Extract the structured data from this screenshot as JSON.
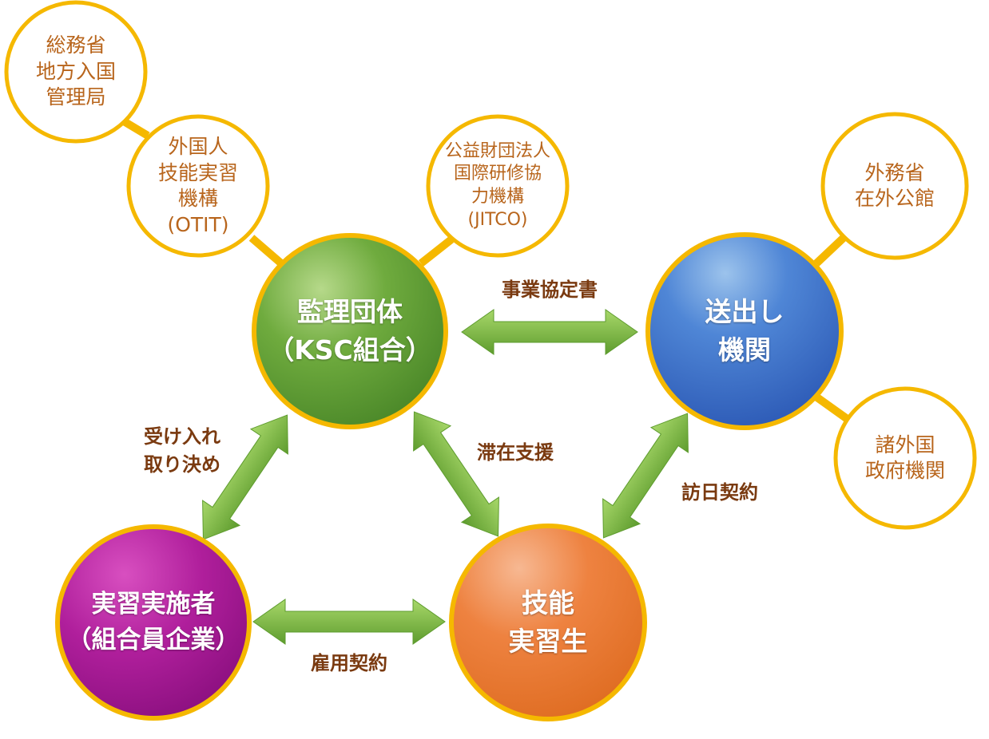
{
  "nodes": {
    "kanri": {
      "label": "監理団体\n（KSC組合）"
    },
    "okuridashi": {
      "label": "送出し\n機関"
    },
    "jisshu_sha": {
      "label": "実習実施者\n（組合員企業）"
    },
    "ginou": {
      "label": "技能\n実習生"
    }
  },
  "satellites": {
    "soumu": {
      "label": "総務省\n地方入国\n管理局"
    },
    "otit": {
      "label": "外国人\n技能実習\n機構\n(OTIT)"
    },
    "jitco": {
      "label": "公益財団法人\n国際研修協\n力機構\n(JITCO)"
    },
    "gaimu": {
      "label": "外務省\n在外公館"
    },
    "shogaikoku": {
      "label": "諸外国\n政府機関"
    }
  },
  "relations": {
    "jigyou": "事業協定書",
    "ukeire": "受け入れ\n取り決め",
    "taizai": "滞在支援",
    "hounichi": "訪日契約",
    "koyou": "雇用契約"
  },
  "colors": {
    "ring": "#f5b800",
    "outer_text": "#b8651c",
    "relation_text": "#7a3a10",
    "arrow": "#6ba838",
    "green": "#5c9a34",
    "blue": "#3a6cc4",
    "purple": "#a0198e",
    "orange": "#ea7a2e"
  }
}
